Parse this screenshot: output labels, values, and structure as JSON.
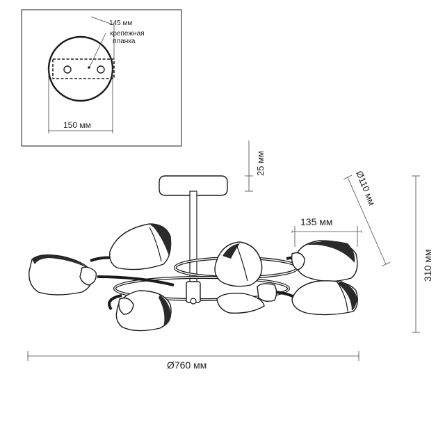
{
  "inset": {
    "label_mount_width": "145 мм",
    "label_bracket_line1": "крепежная",
    "label_bracket_line2": "планка",
    "label_canopy_diameter": "150 мм"
  },
  "dimensions": {
    "canopy_height": "25 мм",
    "shade_diameter": "Ø110 мм",
    "shade_length": "135 мм",
    "total_height": "310 мм",
    "total_diameter": "Ø760 мм"
  },
  "colors": {
    "line": "#1a1a1a",
    "shade_dark": "#2a2a2a",
    "background": "#ffffff"
  }
}
